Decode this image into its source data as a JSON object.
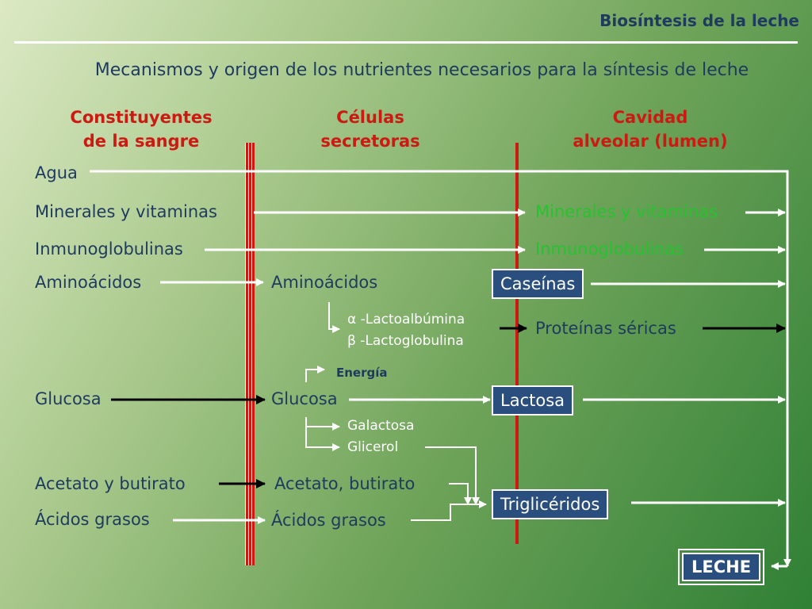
{
  "header": {
    "title": "Biosíntesis de la leche"
  },
  "subtitle": "Mecanismos y origen de los nutrientes necesarios para la síntesis de leche",
  "columns": {
    "blood": {
      "line1": "Constituyentes",
      "line2": "de la sangre"
    },
    "cells": {
      "line1": "Células",
      "line2": "secretoras"
    },
    "lumen": {
      "line1": "Cavidad",
      "line2": "alveolar (lumen)"
    }
  },
  "blood": {
    "agua": "Agua",
    "minerales": "Minerales y vitaminas",
    "inmuno": "Inmunoglobulinas",
    "aminoacidos": "Aminoácidos",
    "glucosa": "Glucosa",
    "acetato": "Acetato y butirato",
    "acidos": "Ácidos grasos"
  },
  "cells": {
    "aminoacidos": "Aminoácidos",
    "lactoalbumina": "α -Lactoalbúmina",
    "lactoglobulina": "β -Lactoglobulina",
    "energia": "Energía",
    "glucosa": "Glucosa",
    "galactosa": "Galactosa",
    "glicerol": "Glicerol",
    "acetato": "Acetato, butirato",
    "acidos": "Ácidos grasos"
  },
  "lumen": {
    "minerales": "Minerales y vitaminas",
    "inmuno": "Inmunoglobulinas",
    "caseinas": "Caseínas",
    "proteinas": "Proteínas séricas",
    "lactosa": "Lactosa",
    "trigliceridos": "Triglicéridos",
    "leche": "LECHE"
  },
  "colors": {
    "title": "#1f3a5f",
    "column_heading": "#cc1a12",
    "membrane": "#cc1a12",
    "lumen_label": "#27c230",
    "box": "#2a4f7e",
    "arrow_white": "#ffffff",
    "arrow_black": "#000000"
  }
}
